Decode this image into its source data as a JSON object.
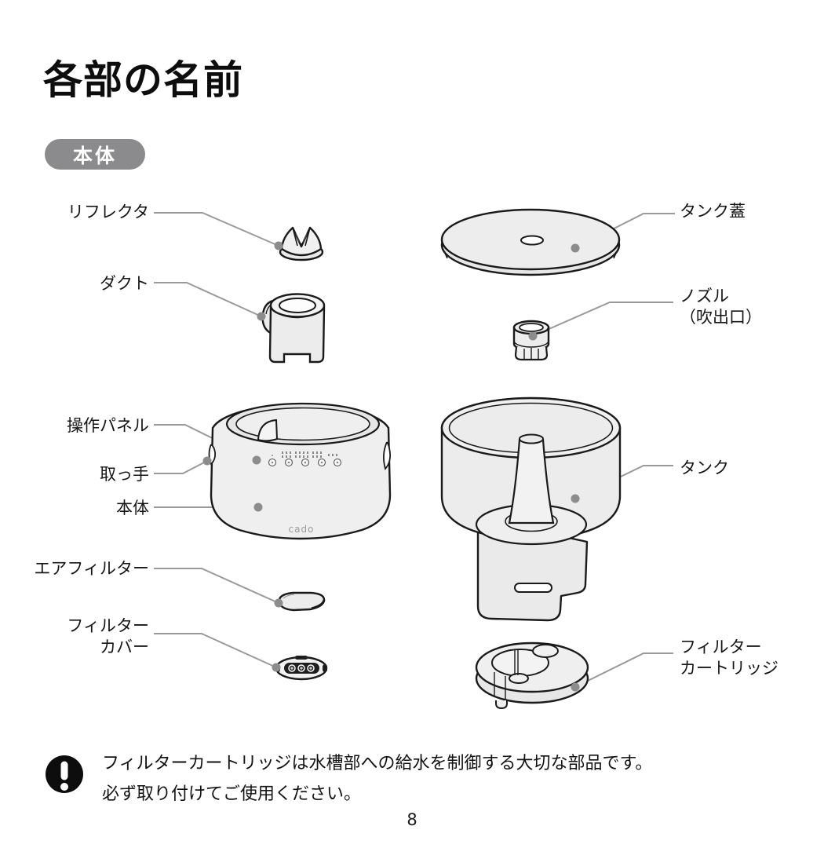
{
  "page": {
    "title": "各部の名前",
    "section_badge": "本体",
    "page_number": "8"
  },
  "labels": {
    "reflector": "リフレクタ",
    "duct": "ダクト",
    "control_panel": "操作パネル",
    "handle": "取っ手",
    "body": "本体",
    "air_filter": "エアフィルター",
    "filter_cover_line1": "フィルター",
    "filter_cover_line2": "カバー",
    "tank_lid": "タンク蓋",
    "nozzle_line1": "ノズル",
    "nozzle_line2": "（吹出口）",
    "tank": "タンク",
    "filter_cartridge_line1": "フィルター",
    "filter_cartridge_line2": "カートリッジ"
  },
  "device": {
    "logo": "cado"
  },
  "note": {
    "line1": "フィルターカートリッジは水槽部への給水を制御する大切な部品です。",
    "line2": "必ず取り付けてご使用ください。"
  },
  "colors": {
    "badge_bg": "#8b8b8d",
    "leader_line": "#9a9a9a",
    "leader_dot": "#8c8c8c",
    "part_fill": "#ededed",
    "outline": "#1a1a1a",
    "note_icon": "#0d0d0d"
  }
}
